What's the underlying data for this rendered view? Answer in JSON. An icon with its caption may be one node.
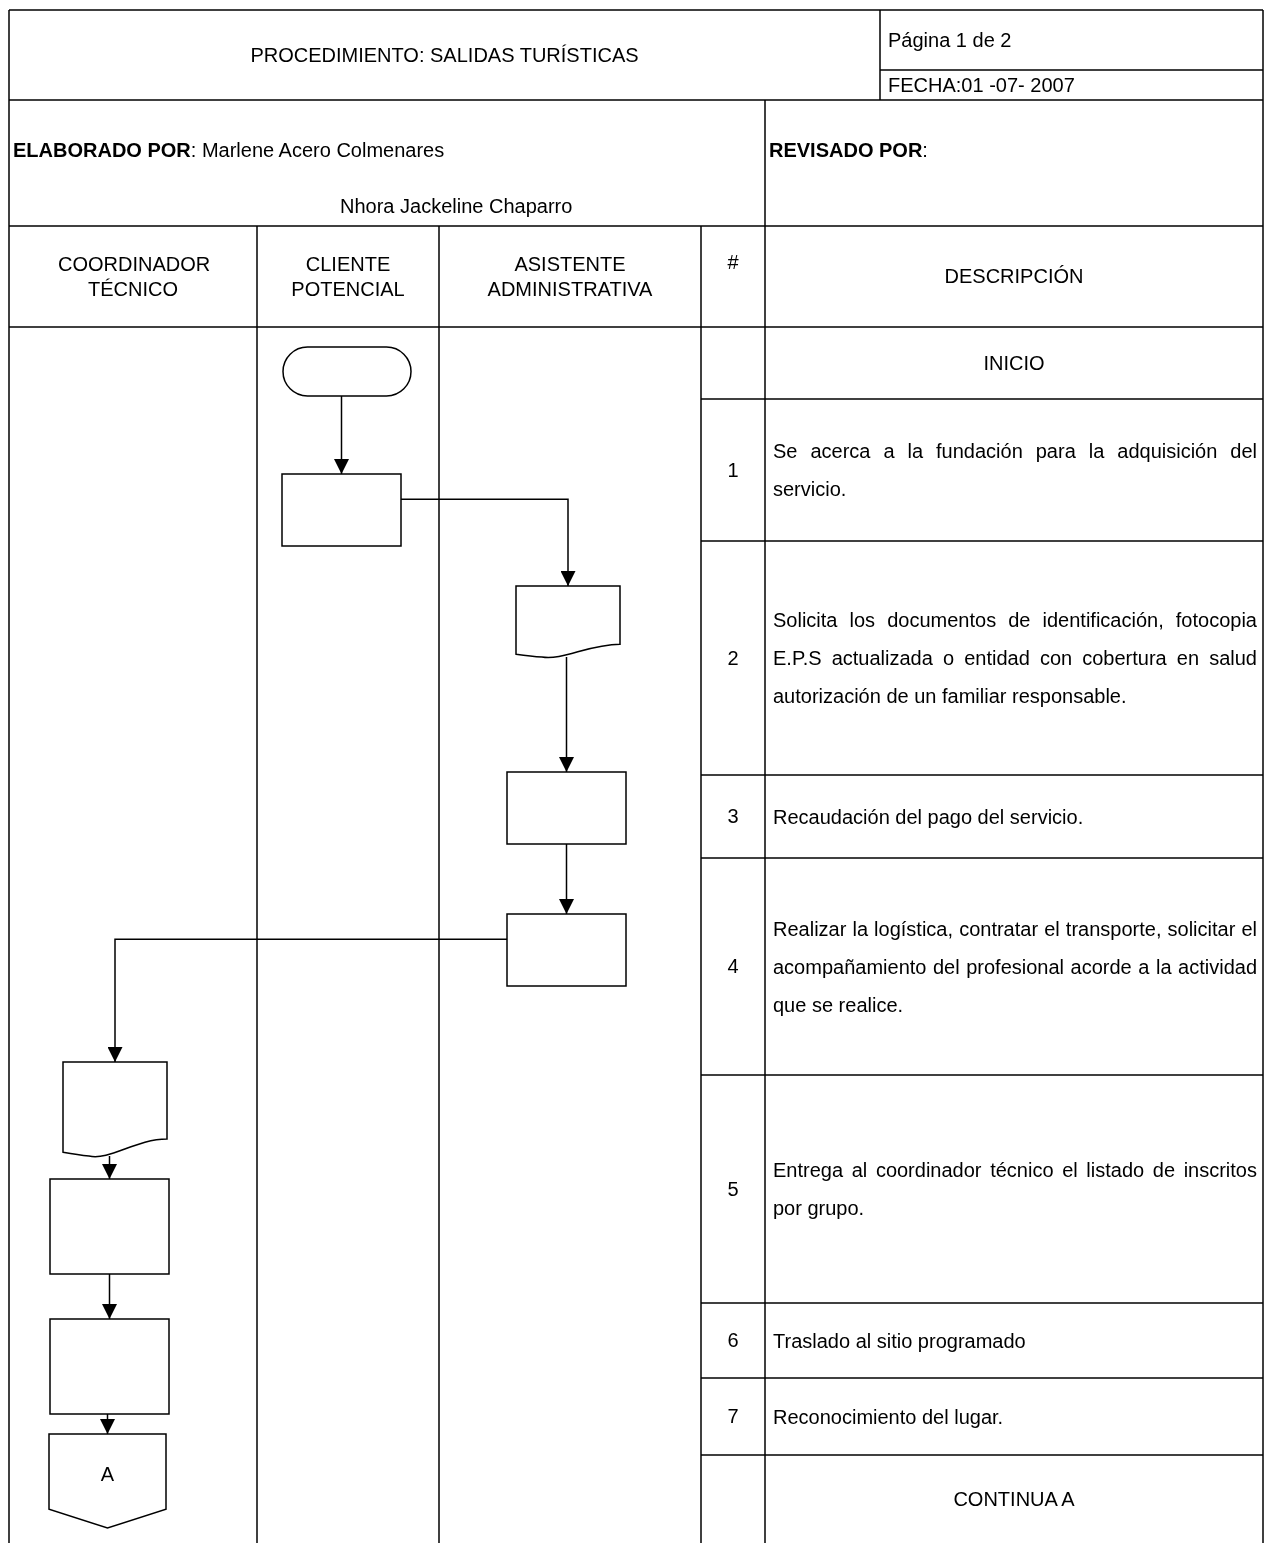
{
  "diagram": {
    "title": "PROCEDIMIENTO: SALIDAS TURÍSTICAS",
    "nodes": [
      {
        "text": [],
        "shape": "terminal"
      },
      {
        "text": [],
        "shape": "box"
      },
      {
        "text": [],
        "shape": "document"
      },
      {
        "text": [],
        "shape": "box"
      },
      {
        "text": [],
        "shape": "box"
      },
      {
        "text": [],
        "shape": "document"
      },
      {
        "text": [],
        "shape": "box"
      },
      {
        "text": [],
        "shape": "box"
      },
      {
        "text": [
          "A"
        ]
      }
    ],
    "edges": [
      {
        "from": 0,
        "to": 1,
        "arrow": "to"
      },
      {
        "from": 1,
        "to": 2,
        "arrow": "to"
      },
      {
        "from": 2,
        "to": 3,
        "arrow": "to"
      },
      {
        "from": 3,
        "to": 4,
        "arrow": "to"
      },
      {
        "from": 4,
        "to": 5,
        "arrow": "to"
      },
      {
        "from": 5,
        "to": 6,
        "arrow": "to"
      },
      {
        "from": 6,
        "to": 7,
        "arrow": "to"
      },
      {
        "from": 7,
        "to": 8,
        "arrow": "to"
      }
    ],
    "labels": [
      "Página 1 de 2",
      "FECHA:01 -07- 2007",
      "**ELABORADO POR**: Marlene Acero Colmenares",
      "Nhora Jackeline Chaparro",
      "**REVISADO POR**:",
      "COORDINADOR TÉCNICO",
      "CLIENTE POTENCIAL",
      "ASISTENTE ADMINISTRATIVA",
      "#",
      "DESCRIPCIÓN",
      "INICIO",
      "1",
      "Se acerca a la fundación para la adquisición del servicio.",
      "2",
      "Solicita los documentos de identificación, fotocopia E.P.S actualizada o entidad con cobertura en salud autorización de un familiar responsable.",
      "3",
      "Recaudación del pago del servicio.",
      "4",
      "Realizar la logística, contratar el transporte, solicitar el acompañamiento del profesional acorde a la actividad que se realice.",
      "5",
      "Entrega al coordinador técnico el listado de inscritos por grupo.",
      "6",
      "Traslado al sitio programado",
      "7",
      "Reconocimiento del lugar.",
      "CONTINUA A"
    ]
  }
}
